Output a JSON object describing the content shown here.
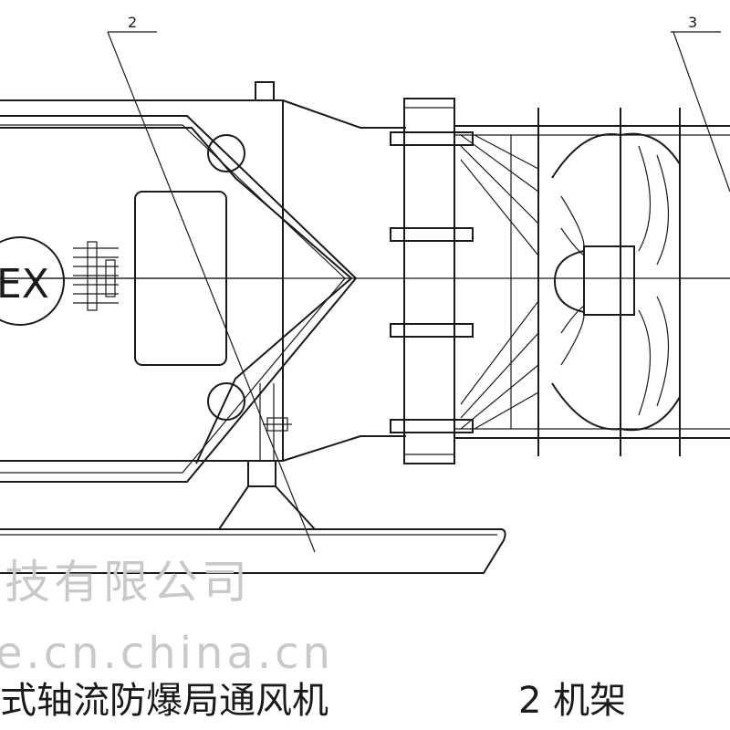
{
  "callouts": [
    {
      "id": "2",
      "label": "2"
    },
    {
      "id": "3",
      "label": "3"
    }
  ],
  "motor_badge": "EX",
  "watermark": {
    "line1": "技有限公司",
    "line2": "e.cn.china.cn"
  },
  "caption": {
    "part1": "式轴流防爆局通风机",
    "part2": "2  机架"
  },
  "colors": {
    "line": "#1a1a1a",
    "watermark": "#c9c9c9"
  }
}
